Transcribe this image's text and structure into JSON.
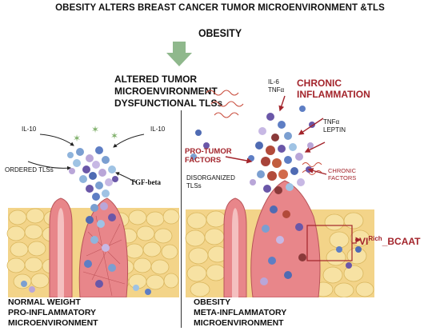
{
  "title": "OBESITY ALTERS BREAST CANCER TUMOR MICROENVIRONMENT &TLS",
  "top_label": "OBESITY",
  "center": {
    "line1": "ALTERED TUMOR",
    "line2": "MICROENVIRONMENT",
    "line3": "DYSFUNCTIONAL TLSs"
  },
  "left_panel": {
    "il10_left": "IL-10",
    "il10_right": "IL-10",
    "ordered": "ORDERED TLSs",
    "tgf": "TGF-beta",
    "bottom_line1": "NORMAL WEIGHT",
    "bottom_line2": "PRO-INFLAMMATORY",
    "bottom_line3": "MICROENVIRONMENT"
  },
  "right_panel": {
    "il6": "IL-6",
    "tnf_a": "TNFα",
    "chronic_line1": "CHRONIC",
    "chronic_line2": "INFLAMMATION",
    "tnf_b": "TNFα",
    "leptin": "LEPTIN",
    "protumor_line1": "PRO-TUMOR",
    "protumor_line2": "FACTORS",
    "disorganized_line1": "DISORGANIZED",
    "disorganized_line2": "TLSs",
    "chronic_factors_line1": "CHRONIC",
    "chronic_factors_line2": "FACTORS",
    "vi_prefix": "VI",
    "vi_sup": "Rich",
    "vi_suffix": "_BCAAT",
    "bottom_line1": "OBESITY",
    "bottom_line2": "META-INFLAMMATORY",
    "bottom_line3": "MICROENVIRONMENT"
  },
  "colors": {
    "accent_red": "#a3242b",
    "arrow_green": "#8fb88c",
    "fat": "#f3d489",
    "tissue": "#e8868a"
  }
}
